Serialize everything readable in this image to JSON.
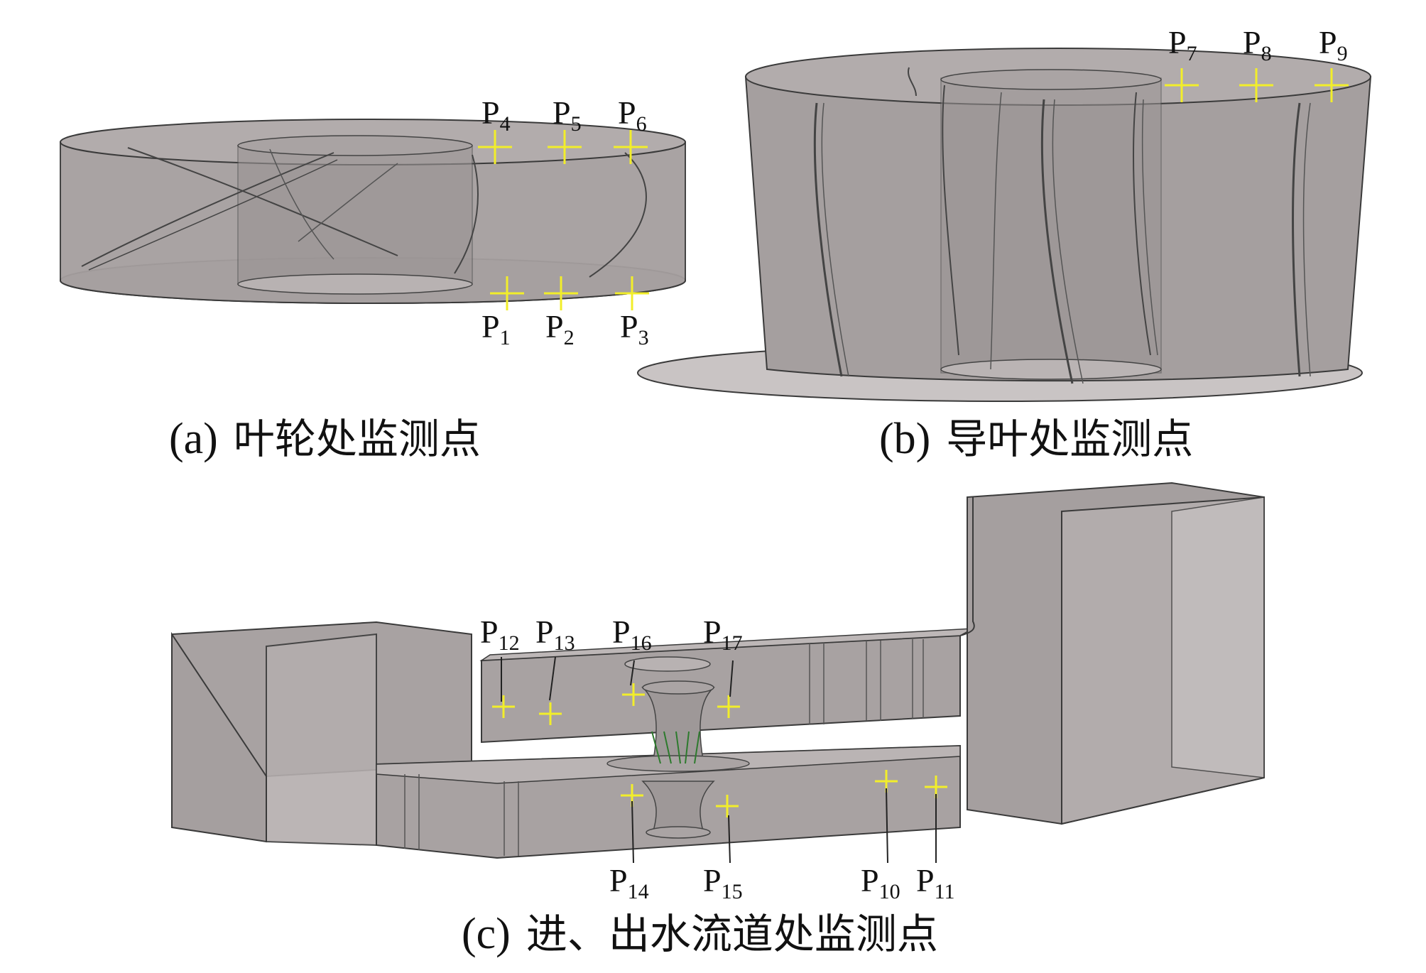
{
  "panels": {
    "a": {
      "caption_prefix": "(a)",
      "caption_text": "叶轮处监测点",
      "points": [
        {
          "name": "P",
          "sub": "1"
        },
        {
          "name": "P",
          "sub": "2"
        },
        {
          "name": "P",
          "sub": "3"
        },
        {
          "name": "P",
          "sub": "4"
        },
        {
          "name": "P",
          "sub": "5"
        },
        {
          "name": "P",
          "sub": "6"
        }
      ]
    },
    "b": {
      "caption_prefix": "(b)",
      "caption_text": "导叶处监测点",
      "points": [
        {
          "name": "P",
          "sub": "7"
        },
        {
          "name": "P",
          "sub": "8"
        },
        {
          "name": "P",
          "sub": "9"
        }
      ]
    },
    "c": {
      "caption_prefix": "(c)",
      "caption_text": "进、出水流道处监测点",
      "points": [
        {
          "name": "P",
          "sub": "10"
        },
        {
          "name": "P",
          "sub": "11"
        },
        {
          "name": "P",
          "sub": "12"
        },
        {
          "name": "P",
          "sub": "13"
        },
        {
          "name": "P",
          "sub": "14"
        },
        {
          "name": "P",
          "sub": "15"
        },
        {
          "name": "P",
          "sub": "16"
        },
        {
          "name": "P",
          "sub": "17"
        }
      ]
    }
  },
  "colors": {
    "body_fill": "#a59f9f",
    "body_light": "#c9c4c4",
    "edge": "#3a3a3a",
    "marker": "#f2ee2a",
    "leader": "#222222"
  }
}
